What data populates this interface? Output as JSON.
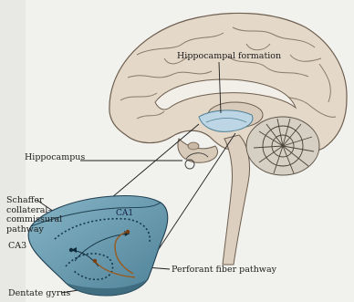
{
  "labels": {
    "hippocampal_formation": "Hippocampal formation",
    "hippocampus": "Hippocampus",
    "schaffer_line1": "Schaffer",
    "schaffer_line2": "collateral–",
    "schaffer_line3": "commissural",
    "schaffer_line4": "pathway",
    "ca1": "CA1",
    "ca3": "CA3",
    "perforant": "Perforant fiber pathway",
    "dentate": "Dentate gyrus"
  },
  "colors": {
    "background": "#f1f1ee",
    "cortex": "#e4d8c9",
    "cortex_line": "#7a6a5a",
    "callosum": "#f0ece6",
    "hippocampus_region": "#bcd6e6",
    "slice": "#6f9fb3",
    "slice_dark": "#3f6d82",
    "pathway": "#9a5a1e",
    "cerebellum": "#d6d0c4"
  }
}
